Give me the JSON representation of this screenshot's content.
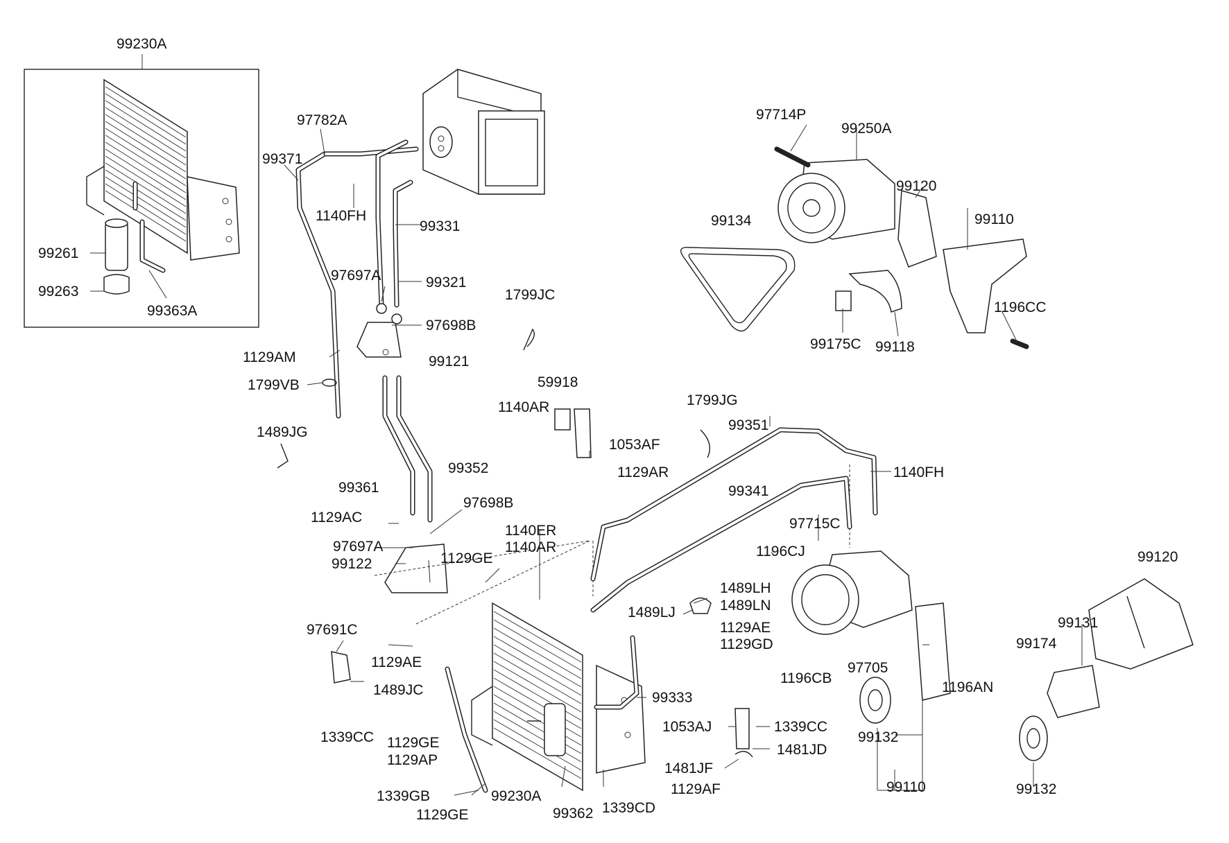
{
  "labels": {
    "l_99230A_top": "99230A",
    "l_99261": "99261",
    "l_99263": "99263",
    "l_99363A": "99363A",
    "l_97782A": "97782A",
    "l_99371": "99371",
    "l_1140FH_a": "1140FH",
    "l_99331": "99331",
    "l_97697A_a": "97697A",
    "l_99321": "99321",
    "l_97698B_a": "97698B",
    "l_1129AM": "1129AM",
    "l_99121": "99121",
    "l_1799VB": "1799VB",
    "l_1489JG": "1489JG",
    "l_1799JC": "1799JC",
    "l_59918": "59918",
    "l_1140AR_a": "1140AR",
    "l_1053AF": "1053AF",
    "l_1129AR": "1129AR",
    "l_99361": "99361",
    "l_99352": "99352",
    "l_1129AC": "1129AC",
    "l_97698B_b": "97698B",
    "l_97697A_b": "97697A",
    "l_99122": "99122",
    "l_1129GE_a": "1129GE",
    "l_1140ER": "1140ER",
    "l_1140AR_b": "1140AR",
    "l_97714P": "97714P",
    "l_99250A": "99250A",
    "l_99120_a": "99120",
    "l_99134": "99134",
    "l_99110_a": "99110",
    "l_1196CC": "1196CC",
    "l_99175C": "99175C",
    "l_99118": "99118",
    "l_1799JG": "1799JG",
    "l_99351": "99351",
    "l_1140FH_b": "1140FH",
    "l_99341": "99341",
    "l_97715C": "97715C",
    "l_1196CJ": "1196CJ",
    "l_1489LH": "1489LH",
    "l_1489LN": "1489LN",
    "l_1489LJ": "1489LJ",
    "l_1129AE_a": "1129AE",
    "l_1129GD": "1129GD",
    "l_97691C": "97691C",
    "l_1129AE_b": "1129AE",
    "l_1489JC": "1489JC",
    "l_1339CC_a": "1339CC",
    "l_1129GE_b": "1129GE",
    "l_1129AP": "1129AP",
    "l_99333": "99333",
    "l_1053AJ": "1053AJ",
    "l_1339CC_b": "1339CC",
    "l_1481JF": "1481JF",
    "l_1481JD": "1481JD",
    "l_1129AF": "1129AF",
    "l_1339GB": "1339GB",
    "l_99230A_bot": "99230A",
    "l_1129GE_c": "1129GE",
    "l_99362": "99362",
    "l_1339CD": "1339CD",
    "l_99120_b": "99120",
    "l_97705": "97705",
    "l_1196CB": "1196CB",
    "l_1196AN": "1196AN",
    "l_99131": "99131",
    "l_99174": "99174",
    "l_99132_a": "99132",
    "l_99110_b": "99110",
    "l_99132_b": "99132"
  }
}
